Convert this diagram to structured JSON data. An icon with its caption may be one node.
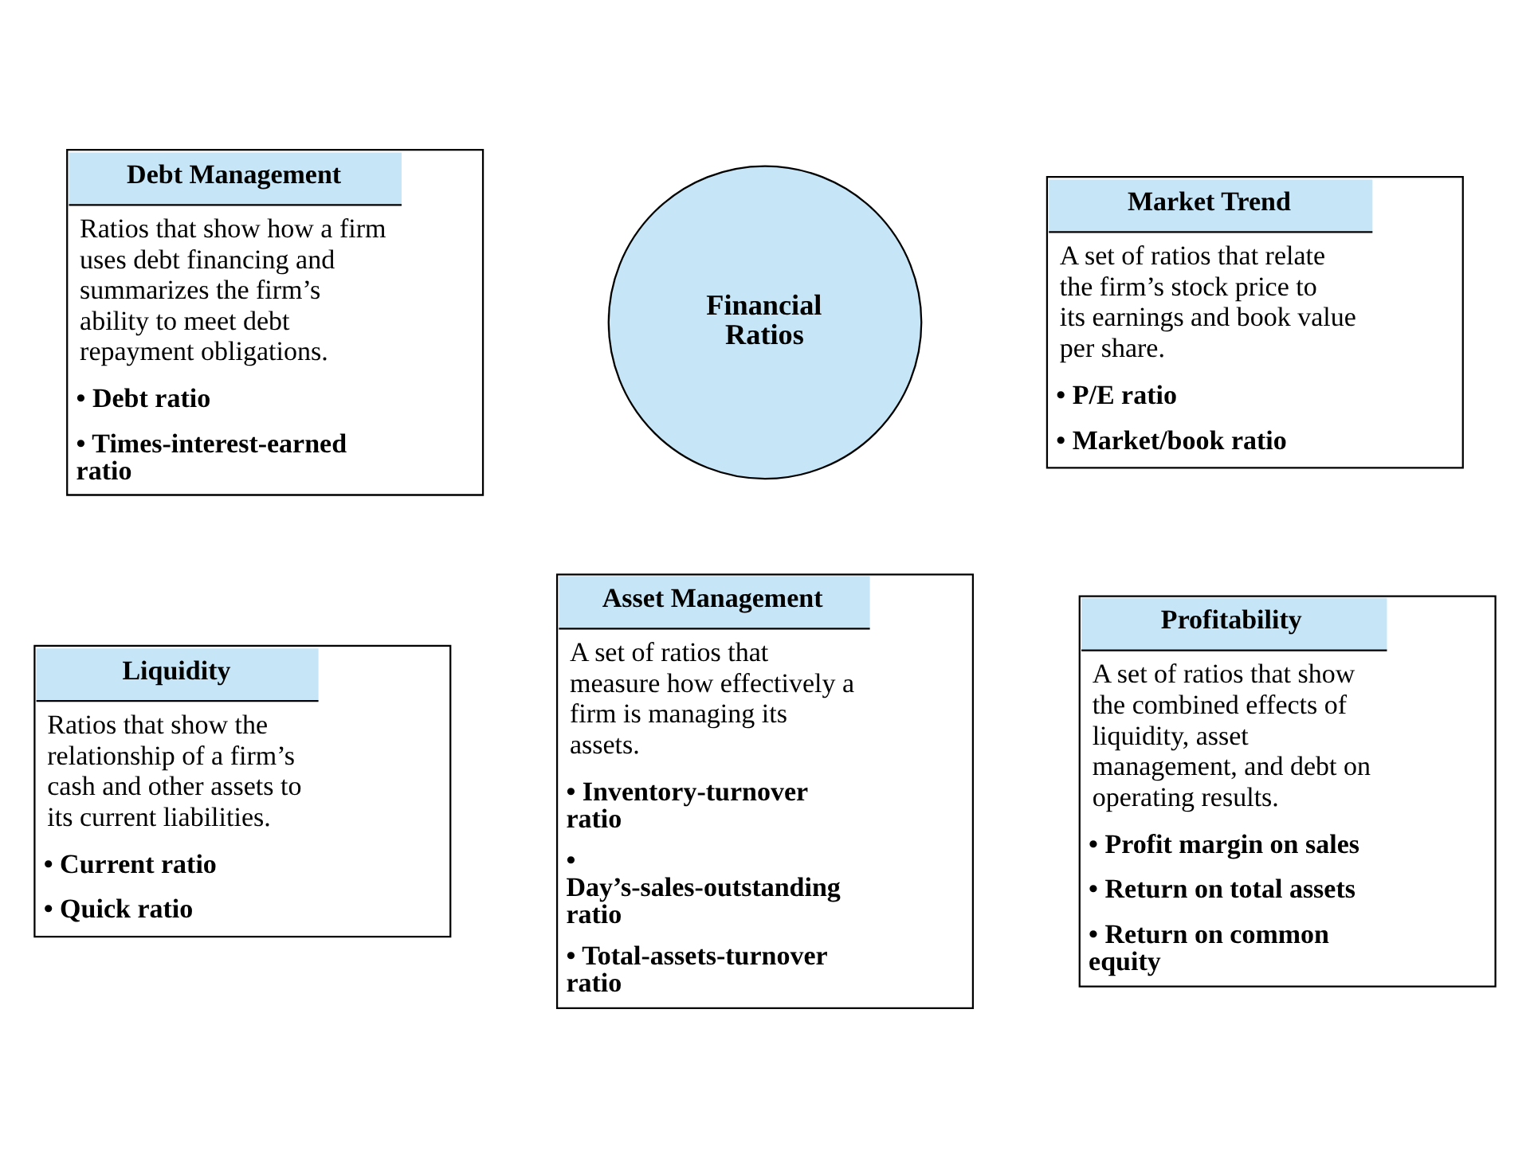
{
  "diagram": {
    "nodes": [
      {
        "text": [
          "Debt Management",
          "Ratios that show how a firm uses debt financing and summarizes the firm’s ability to meet debt repayment obligations.",
          "• Debt ratio",
          "• Times-interest-earned ratio"
        ]
      },
      {
        "text": [
          "Financial Ratios"
        ]
      },
      {
        "text": [
          "Market Trend",
          "A set of ratios that relate the firm’s stock price to its earnings and book value per share.",
          "• P/E ratio",
          "• Market/book ratio"
        ]
      },
      {
        "text": [
          "Liquidity",
          "Ratios that show the relationship of a firm’s cash and other assets to its current liabilities.",
          "• Current ratio",
          "• Quick ratio"
        ]
      },
      {
        "text": [
          "Asset Management",
          "A set of ratios that measure how effectively a firm is managing its assets.",
          "• Inventory-turnover ratio",
          "• Day’s-sales-outstanding ratio",
          "• Total-assets-turnover ratio"
        ]
      },
      {
        "text": [
          "Profitability",
          "A set of ratios that show the combined effects of liquidity, asset management, and debt on operating results.",
          "• Profit margin on sales",
          "• Return on total assets",
          "• Return on common equity"
        ]
      }
    ]
  }
}
